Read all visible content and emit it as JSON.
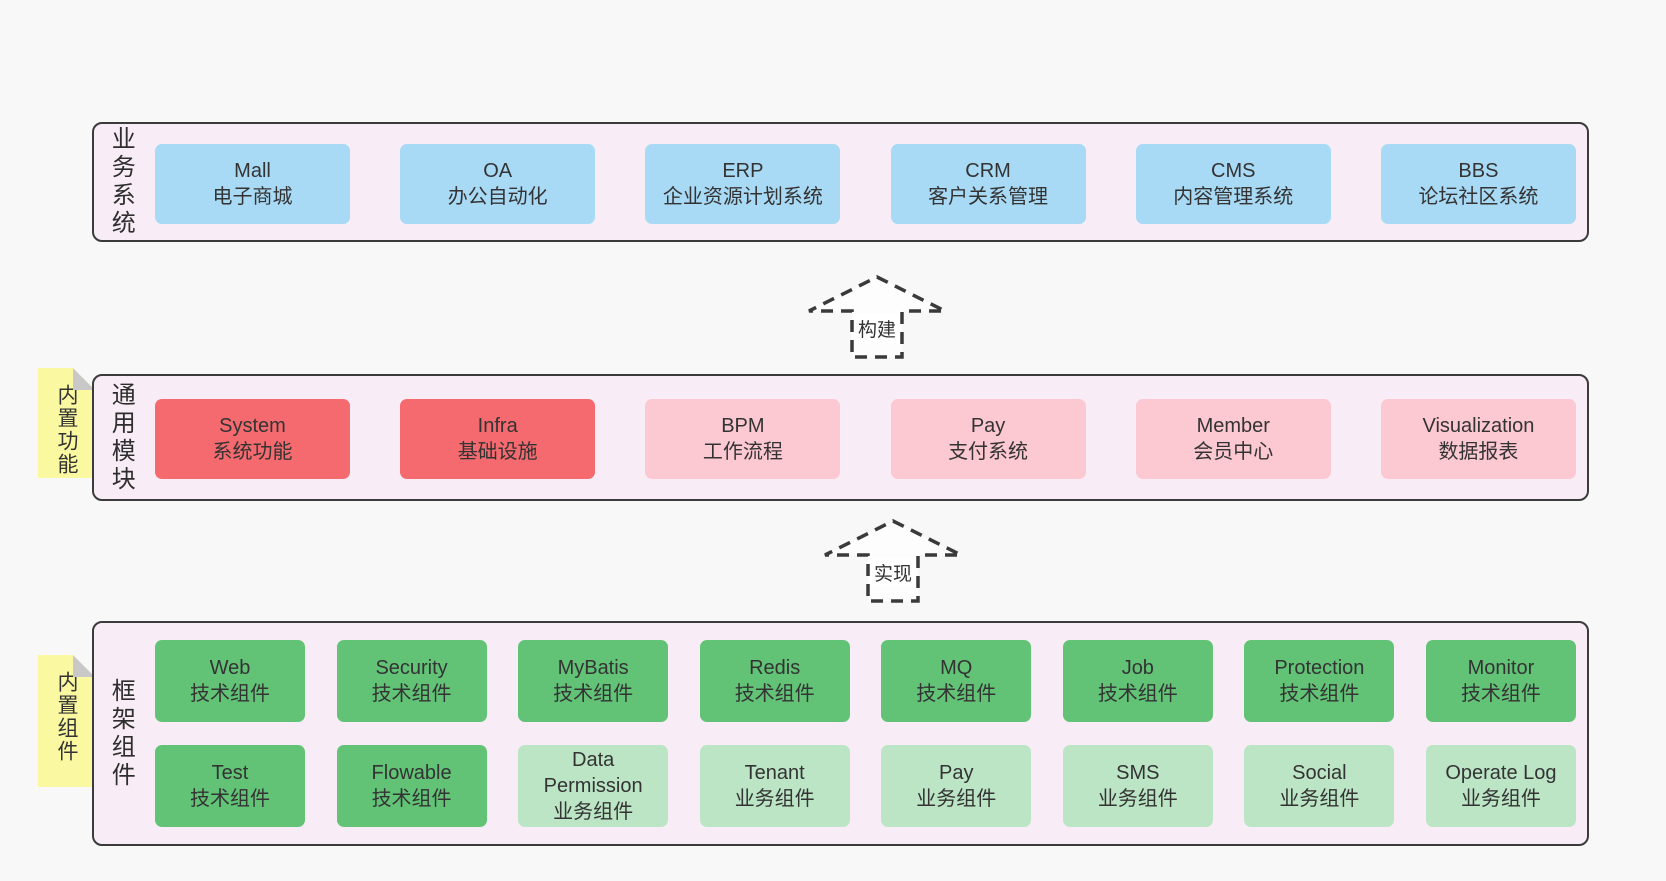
{
  "page": {
    "background": "#f8f8f8"
  },
  "colors": {
    "panel_bg": "#f8edf6",
    "panel_border": "#3b3b3b",
    "blue_box": "#a9daf5",
    "red_box": "#f56a6f",
    "pink_box": "#fcc8d2",
    "green_dark_box": "#62c377",
    "green_light_box": "#bce5c6",
    "sticky_note": "#faf8a0",
    "sticky_fold": "#c8c8c8",
    "text": "#333333"
  },
  "arrows": {
    "build_label": "构建",
    "implement_label": "实现"
  },
  "business_panel": {
    "label": "业务系统",
    "boxes": [
      {
        "en": "Mall",
        "zh": "电子商城"
      },
      {
        "en": "OA",
        "zh": "办公自动化"
      },
      {
        "en": "ERP",
        "zh": "企业资源计划系统"
      },
      {
        "en": "CRM",
        "zh": "客户关系管理"
      },
      {
        "en": "CMS",
        "zh": "内容管理系统"
      },
      {
        "en": "BBS",
        "zh": "论坛社区系统"
      }
    ]
  },
  "modules_panel": {
    "label": "通用模块",
    "sticky": "内置功能",
    "boxes": [
      {
        "en": "System",
        "zh": "系统功能"
      },
      {
        "en": "Infra",
        "zh": "基础设施"
      },
      {
        "en": "BPM",
        "zh": "工作流程"
      },
      {
        "en": "Pay",
        "zh": "支付系统"
      },
      {
        "en": "Member",
        "zh": "会员中心"
      },
      {
        "en": "Visualization",
        "zh": "数据报表"
      }
    ]
  },
  "framework_panel": {
    "label": "框架组件",
    "sticky": "内置组件",
    "row1": [
      {
        "en": "Web",
        "zh": "技术组件"
      },
      {
        "en": "Security",
        "zh": "技术组件"
      },
      {
        "en": "MyBatis",
        "zh": "技术组件"
      },
      {
        "en": "Redis",
        "zh": "技术组件"
      },
      {
        "en": "MQ",
        "zh": "技术组件"
      },
      {
        "en": "Job",
        "zh": "技术组件"
      },
      {
        "en": "Protection",
        "zh": "技术组件"
      },
      {
        "en": "Monitor",
        "zh": "技术组件"
      }
    ],
    "row2": [
      {
        "en": "Test",
        "zh": "技术组件"
      },
      {
        "en": "Flowable",
        "zh": "技术组件"
      },
      {
        "en": "Data Permission",
        "zh": "业务组件"
      },
      {
        "en": "Tenant",
        "zh": "业务组件"
      },
      {
        "en": "Pay",
        "zh": "业务组件"
      },
      {
        "en": "SMS",
        "zh": "业务组件"
      },
      {
        "en": "Social",
        "zh": "业务组件"
      },
      {
        "en": "Operate Log",
        "zh": "业务组件"
      }
    ]
  }
}
